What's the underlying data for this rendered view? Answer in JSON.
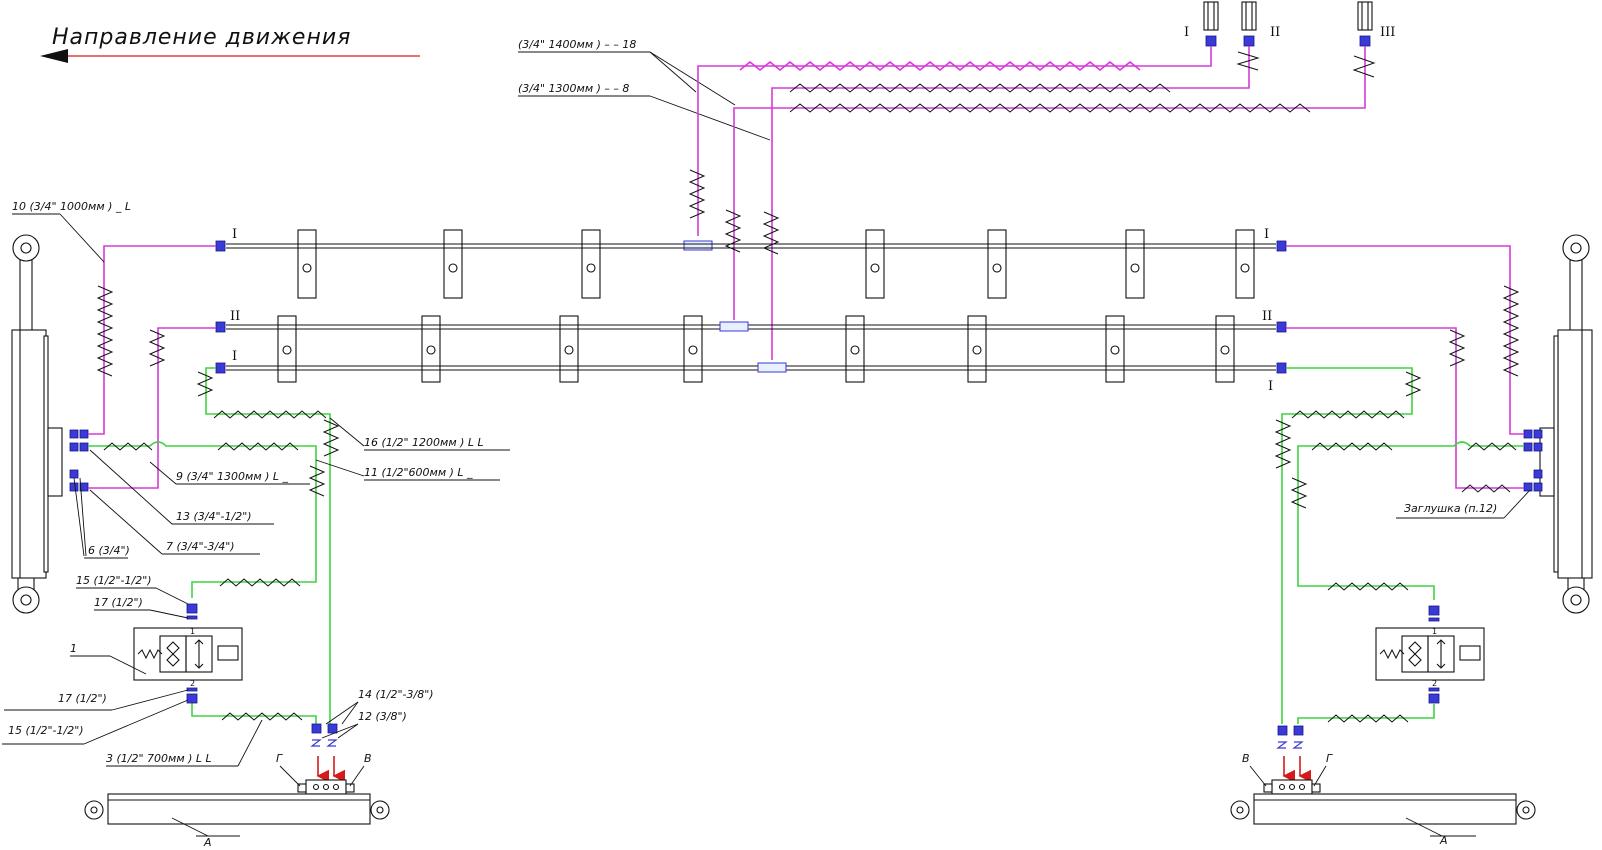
{
  "title": "Направление движения",
  "accent_colors": {
    "pressure_line": "#d63ad8",
    "return_line": "#3fd43f",
    "fittings": "#3a3ad6",
    "arrow": "#d61a1a"
  },
  "labels": {
    "l18": "(3/4\" 1400мм   )   – –  18",
    "l8": "(3/4\" 1300мм   )    – –  8",
    "l10": "10  (3/4\" 1000мм    )  _ L",
    "l16": "16  (1/2\" 1200мм    )   L L",
    "l11": "11  (1/2\"600мм    )  L _",
    "l9": "9 (3/4\" 1300мм    )     L _",
    "l13": "13 (3/4\"-1/2\")",
    "l7": "7 (3/4\"-3/4\")",
    "l6": "6 (3/4\")",
    "l15a": "15 (1/2\"-1/2\")",
    "l17a": "17 (1/2\")",
    "l1": "1",
    "l17b": "17 (1/2\")",
    "l15b": "15 (1/2\"-1/2\")",
    "l14": "14 (1/2\"-3/8\")",
    "l12": "12 (3/8\")",
    "l3": "3 (1/2\" 700мм    )    L L",
    "zaglushka": "Заглушка (п.12)",
    "g_left": "Г",
    "v_left": "В",
    "v_right": "В",
    "g_right": "Г",
    "a_left": "А",
    "a_right": "А"
  },
  "roman": {
    "r1": "I",
    "r2": "II",
    "r3": "III",
    "shaft1_left": "I",
    "shaft1_right": "I",
    "shaft2_left": "II",
    "shaft2_right": "II",
    "shaft3_left": "I",
    "shaft3_right": "I"
  },
  "valve_ports": {
    "top_left": "1",
    "bottom_left": "2",
    "top_right": "1",
    "bottom_right": "2"
  }
}
